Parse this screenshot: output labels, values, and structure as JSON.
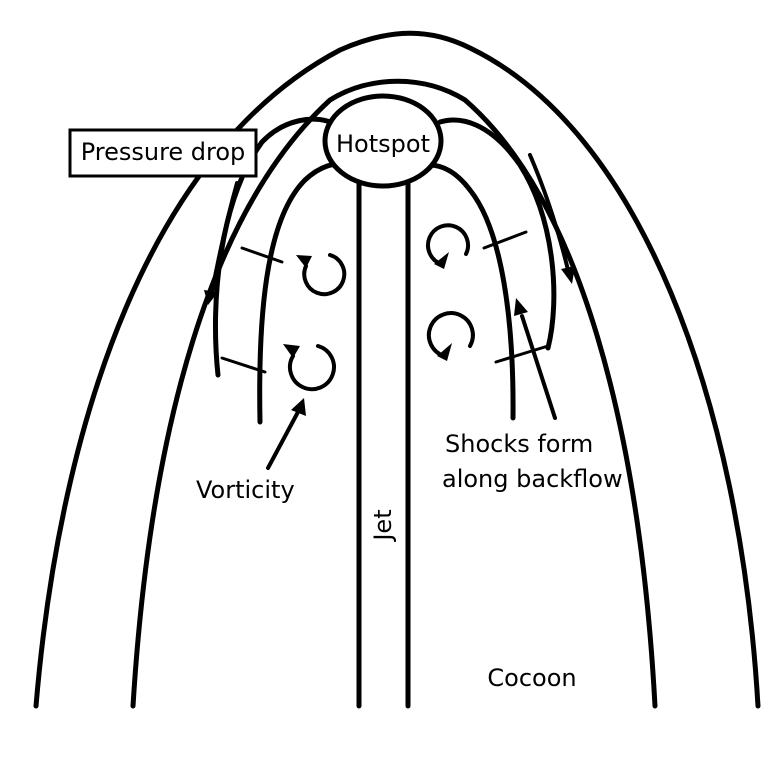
{
  "labels": {
    "pressure_drop": "Pressure drop",
    "hotspot": "Hotspot",
    "vorticity": "Vorticity",
    "shocks_line1": "Shocks form",
    "shocks_line2": "along backflow",
    "jet": "Jet",
    "cocoon": "Cocoon"
  }
}
